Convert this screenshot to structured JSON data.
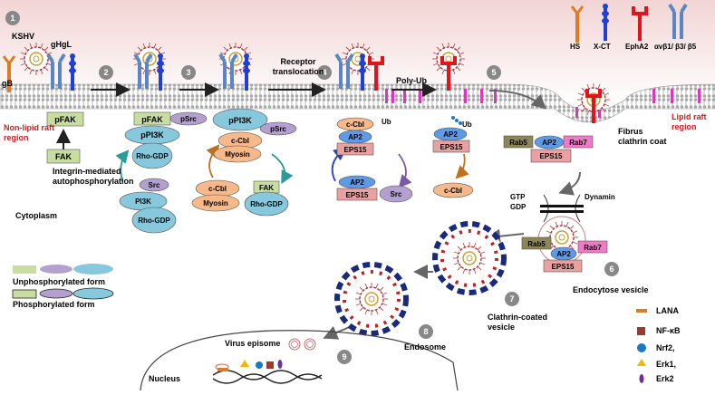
{
  "steps": [
    "1",
    "2",
    "3",
    "4",
    "5",
    "6",
    "7",
    "8",
    "9"
  ],
  "virus": {
    "name": "KSHV",
    "glycoprotein_l": "gHgL",
    "glycoprotein_b": "gB"
  },
  "regions": {
    "non_lipid_raft": "Non-lipid raft region",
    "lipid_raft": "Lipid raft region",
    "cytoplasm": "Cytoplasm",
    "nucleus": "Nucleus",
    "fibrus_clathrin_coat": "Fibrus clathrin coat"
  },
  "receptor_legend": [
    {
      "label": "HS",
      "color": "#e07b24"
    },
    {
      "label": "X-CT",
      "color": "#1f3fd6"
    },
    {
      "label": "EphA2",
      "color": "#e3121b"
    },
    {
      "label": "αvβ1/ β3/ β5",
      "color": "#5b86c5"
    }
  ],
  "process_labels": {
    "integrin_autophos": "Integrin-mediated autophosphorylation",
    "receptor_translocation": "Receptor translocation",
    "poly_ub": "Poly-Ub",
    "ub": "Ub",
    "gtp": "GTP",
    "gdp": "GDP",
    "dynamin": "Dynamin",
    "endocytose_vesicle": "Endocytose vesicle",
    "clathrin_coated_vesicle": "Clathrin-coated vesicle",
    "endosome": "Endosome",
    "virus_episome": "Virus episome"
  },
  "proteins": {
    "fak": "FAK",
    "pfak": "pFAK",
    "psrc": "pSrc",
    "ppi3k": "pPI3K",
    "rho_gdp": "Rho-GDP",
    "src": "Src",
    "pi3k": "PI3K",
    "c_cbl": "c-Cbl",
    "myosin": "Myosin",
    "ap2": "AP2",
    "eps15": "EPS15",
    "rab5": "Rab5",
    "rab7": "Rab7"
  },
  "form_legend": {
    "unphosphorylated": "Unphosphorylated form",
    "phosphorylated": "Phosphorylated form"
  },
  "factor_legend": [
    {
      "label": "LANA",
      "color": "#e07b24",
      "shape": "bar"
    },
    {
      "label": "NF-κB",
      "color": "#9b3a2e",
      "shape": "square"
    },
    {
      "label": "Nrf2,",
      "color": "#1b78c8",
      "shape": "circle"
    },
    {
      "label": "Erk1,",
      "color": "#f2b705",
      "shape": "triangle"
    },
    {
      "label": "Erk2",
      "color": "#6b2fa3",
      "shape": "oval"
    }
  ],
  "colors": {
    "membrane": "#b7b7b7",
    "green_box": "#c8dea0",
    "blue_oval": "#87c8dc",
    "purple_oval": "#b3a0cf",
    "orange_oval": "#f7b98a",
    "pink_box": "#e8a0a0",
    "rab5": "#8c8557",
    "rab7": "#f07ac8",
    "ap2": "#5d9be8"
  }
}
